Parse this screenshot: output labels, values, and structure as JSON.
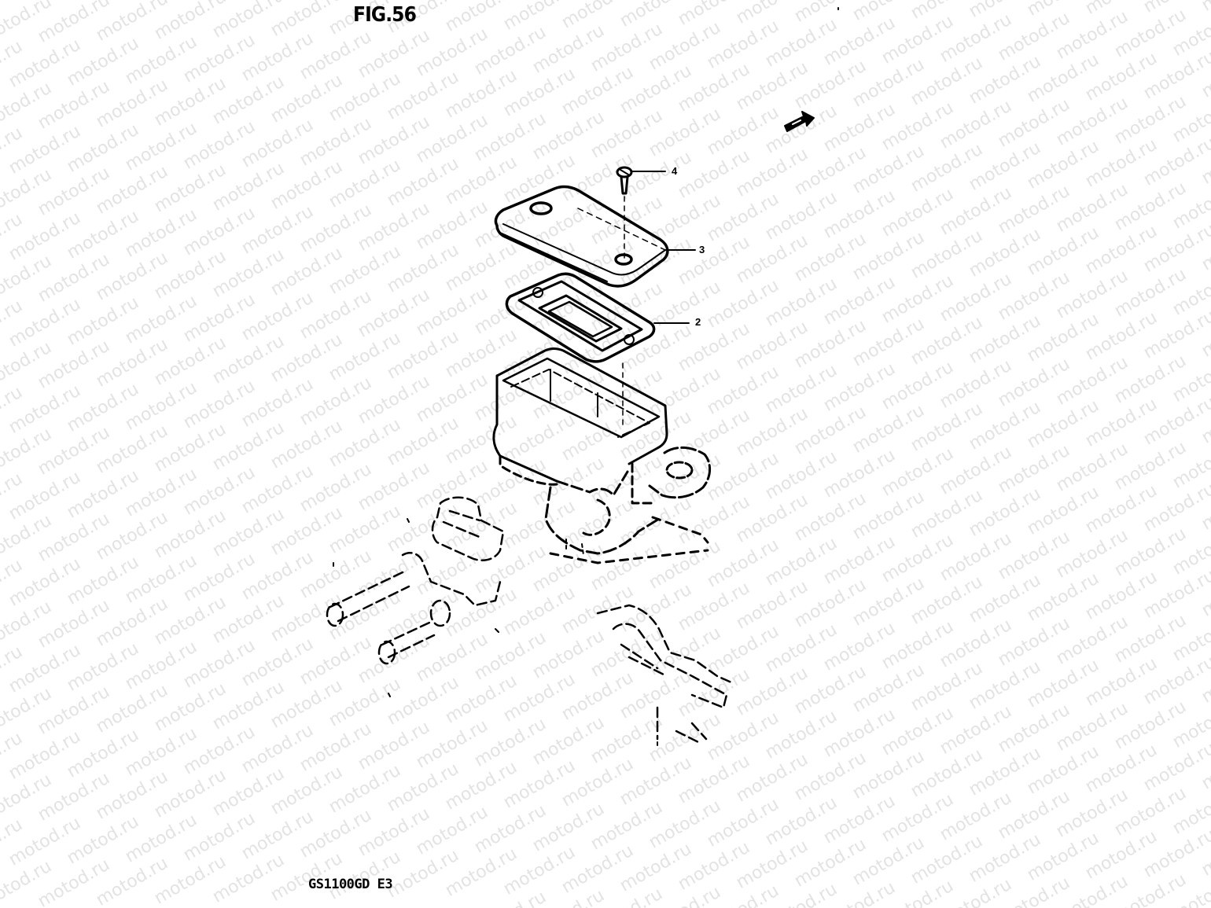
{
  "figure": {
    "title": "FIG.56",
    "model_code": "GS1100GD E3"
  },
  "watermark": {
    "text": "motod.ru",
    "color": "#e3e3e3"
  },
  "callouts": [
    {
      "id": "4",
      "label": "4"
    },
    {
      "id": "3",
      "label": "3"
    },
    {
      "id": "2",
      "label": "2"
    }
  ],
  "parts": [
    {
      "ref": "2",
      "name": "diaphragm-icon"
    },
    {
      "ref": "3",
      "name": "reservoir-cap-icon"
    },
    {
      "ref": "4",
      "name": "cap-screw-icon"
    }
  ],
  "front_indicator": {
    "icon": "front-arrow-icon"
  }
}
